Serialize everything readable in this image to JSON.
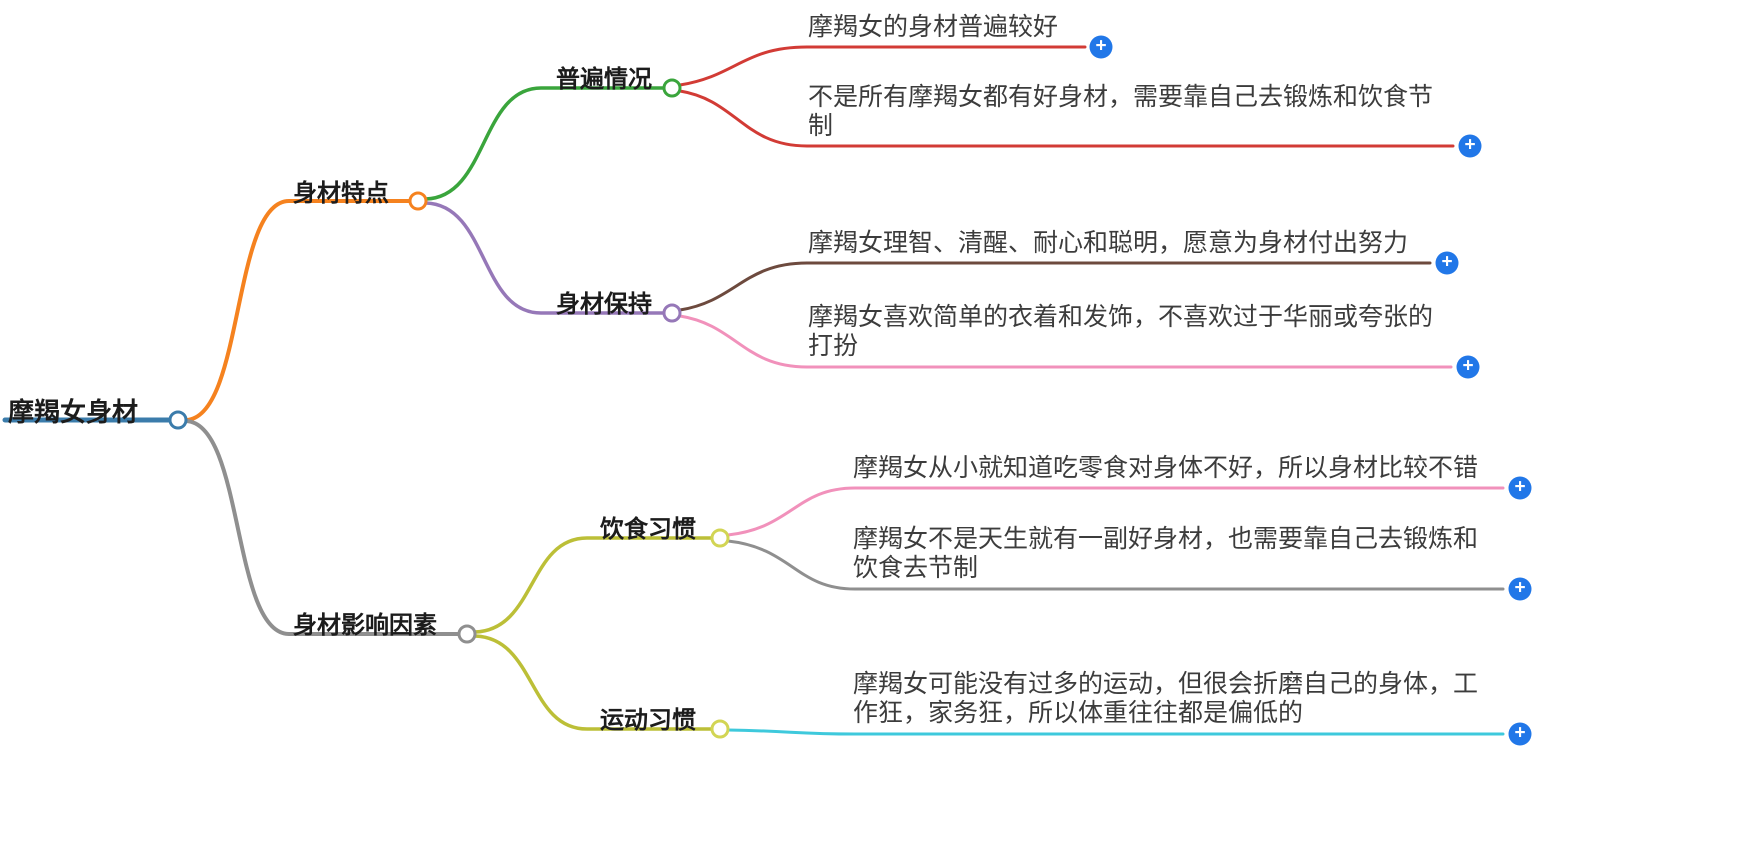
{
  "colors": {
    "root_line": "#3b7cab",
    "orange": "#f5821f",
    "green": "#3aa53c",
    "red": "#d23b35",
    "purple": "#9678b8",
    "brown": "#6d4a3e",
    "pink": "#f191bb",
    "gray": "#8f8f8f",
    "olive": "#bcbf37",
    "yellow": "#d2d554",
    "cyan": "#3ec9dc",
    "plus_button": "#2177e8"
  },
  "icons": {
    "plus": "+"
  },
  "mindmap": {
    "root": {
      "label": "摩羯女身材"
    },
    "branches": [
      {
        "label": "身材特点",
        "children": [
          {
            "label": "普遍情况",
            "leaves": [
              {
                "text": "摩羯女的身材普遍较好"
              },
              {
                "text": "不是所有摩羯女都有好身材，需要靠自己去锻炼和饮食节制"
              }
            ]
          },
          {
            "label": "身材保持",
            "leaves": [
              {
                "text": "摩羯女理智、清醒、耐心和聪明，愿意为身材付出努力"
              },
              {
                "text": "摩羯女喜欢简单的衣着和发饰，不喜欢过于华丽或夸张的打扮"
              }
            ]
          }
        ]
      },
      {
        "label": "身材影响因素",
        "children": [
          {
            "label": "饮食习惯",
            "leaves": [
              {
                "text": "摩羯女从小就知道吃零食对身体不好，所以身材比较不错"
              },
              {
                "text": "摩羯女不是天生就有一副好身材，也需要靠自己去锻炼和饮食去节制"
              }
            ]
          },
          {
            "label": "运动习惯",
            "leaves": [
              {
                "text": "摩羯女可能没有过多的运动，但很会折磨自己的身体，工作狂，家务狂，所以体重往往都是偏低的"
              }
            ]
          }
        ]
      }
    ]
  }
}
